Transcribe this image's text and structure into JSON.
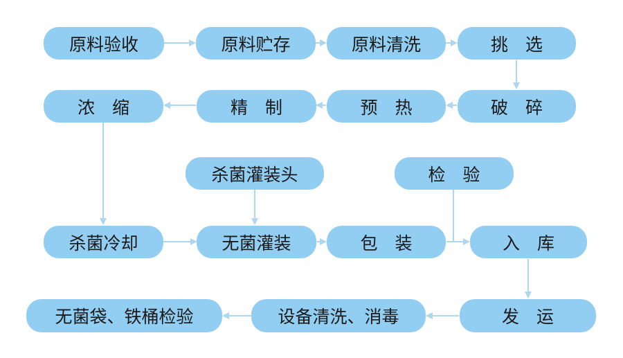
{
  "colors": {
    "box_fill": "#92cdf2",
    "arrow": "#aed6f1",
    "text": "#1a1a1a",
    "background": "#ffffff"
  },
  "nodes": {
    "raw_receive": "原料验收",
    "raw_store": "原料贮存",
    "raw_wash": "原料清洗",
    "pick": "挑　选",
    "crush": "破　碎",
    "preheat": "预　热",
    "refine": "精　制",
    "concentrate": "浓　缩",
    "sterile_cool": "杀菌冷却",
    "aseptic_fill": "无菌灌装",
    "filler_head": "杀菌灌装头",
    "inspect": "检　验",
    "pack": "包　装",
    "warehouse": "入　库",
    "ship": "发　运",
    "equip_clean": "设备清洗、消毒",
    "bag_drum_check": "无菌袋、铁桶检验"
  }
}
